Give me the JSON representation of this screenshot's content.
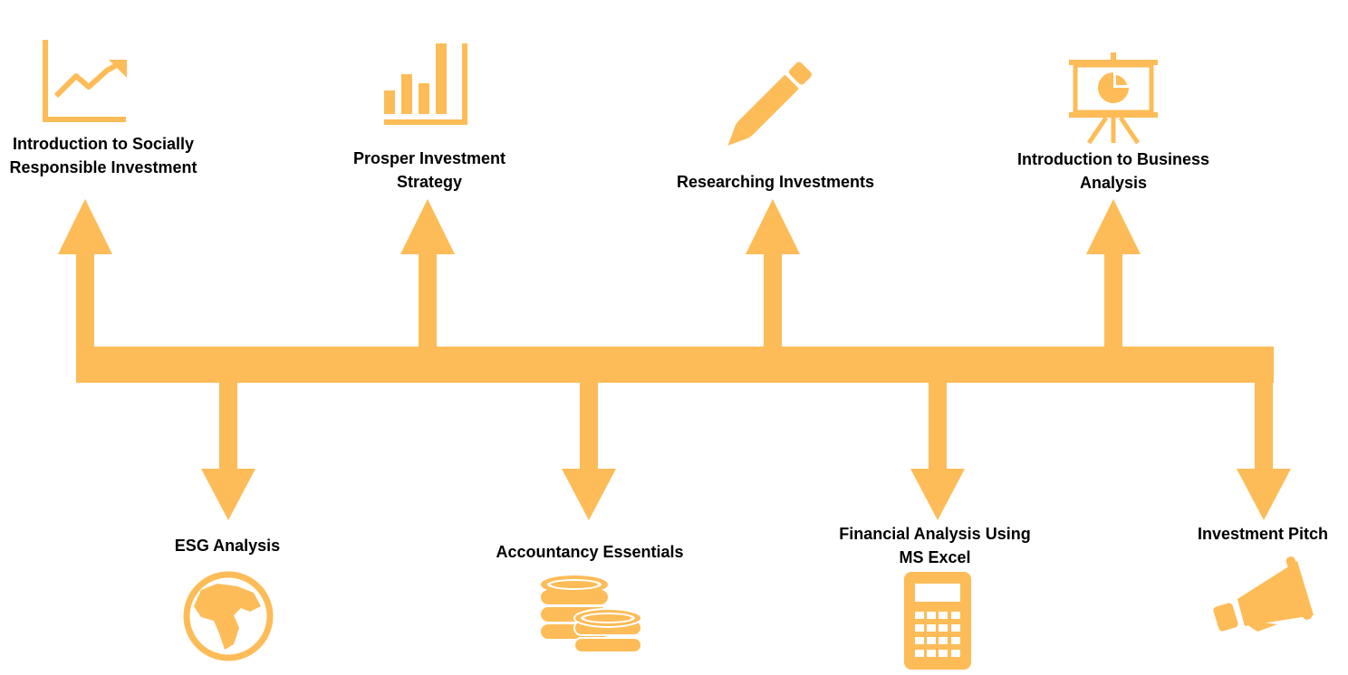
{
  "colors": {
    "accent": "#FDBC57",
    "text": "#000000",
    "background": "#FFFFFF"
  },
  "top_items": [
    {
      "icon": "line-chart-icon",
      "line1": "Introduction to Socially",
      "line2": "Responsible Investment"
    },
    {
      "icon": "bar-chart-icon",
      "line1": "Prosper Investment",
      "line2": "Strategy"
    },
    {
      "icon": "pencil-icon",
      "line1": "Researching Investments",
      "line2": ""
    },
    {
      "icon": "presentation-board-icon",
      "line1": "Introduction to Business",
      "line2": "Analysis"
    }
  ],
  "bottom_items": [
    {
      "icon": "globe-icon",
      "line1": "ESG Analysis",
      "line2": ""
    },
    {
      "icon": "coins-icon",
      "line1": "Accountancy Essentials",
      "line2": ""
    },
    {
      "icon": "calculator-icon",
      "line1": "Financial Analysis Using",
      "line2": "MS Excel"
    },
    {
      "icon": "megaphone-icon",
      "line1": "Investment Pitch",
      "line2": ""
    }
  ]
}
